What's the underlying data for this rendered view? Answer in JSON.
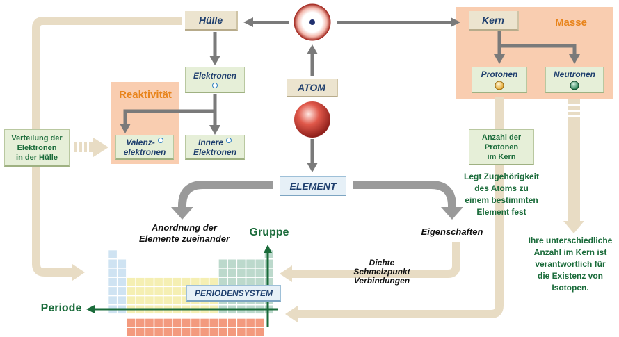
{
  "diagram": {
    "nodes": {
      "huelle": "Hülle",
      "kern": "Kern",
      "masse": "Masse",
      "elektronen": "Elektronen",
      "reaktivitaet": "Reaktivität",
      "valenz_line1": "Valenz-",
      "valenz_line2": "elektronen",
      "innere_line1": "Innere",
      "innere_line2": "Elektronen",
      "atom": "ATOM",
      "element": "ELEMENT",
      "protonen": "Protonen",
      "neutronen": "Neutronen",
      "verteilung_line1": "Verteilung der",
      "verteilung_line2": "Elektronen",
      "verteilung_line3": "in der Hülle",
      "anzahl_line1": "Anzahl der",
      "anzahl_line2": "Protonen",
      "anzahl_line3": "im Kern",
      "periodensystem": "PERIODENSYSTEM"
    },
    "labels": {
      "zugehoerigkeit_line1": "Legt Zugehörigkeit",
      "zugehoerigkeit_line2": "des Atoms zu",
      "zugehoerigkeit_line3": "einem bestimmten",
      "zugehoerigkeit_line4": "Element fest",
      "anordnung_line1": "Anordnung der",
      "anordnung_line2": "Elemente zueinander",
      "eigenschaften": "Eigenschaften",
      "dichte": "Dichte",
      "schmelzpunkt": "Schmelzpunkt",
      "verbindungen": "Verbindungen",
      "gruppe": "Gruppe",
      "periode": "Periode",
      "isotope_line1": "Ihre unterschiedliche",
      "isotope_line2": "Anzahl im Kern ist",
      "isotope_line3": "verantwortlich für",
      "isotope_line4": "die Existenz von",
      "isotope_line5": "Isotopen."
    },
    "colors": {
      "orange_text": "#e8841c",
      "green_text": "#1a6b3a",
      "blue_text": "#1f3f6e",
      "salmon_bg": "#f9cdb0",
      "beige": "#ece4cf",
      "light_green": "#e6efd8",
      "grey_arrow": "#7a7a7a",
      "beige_arrow": "#e8dcc4"
    }
  }
}
